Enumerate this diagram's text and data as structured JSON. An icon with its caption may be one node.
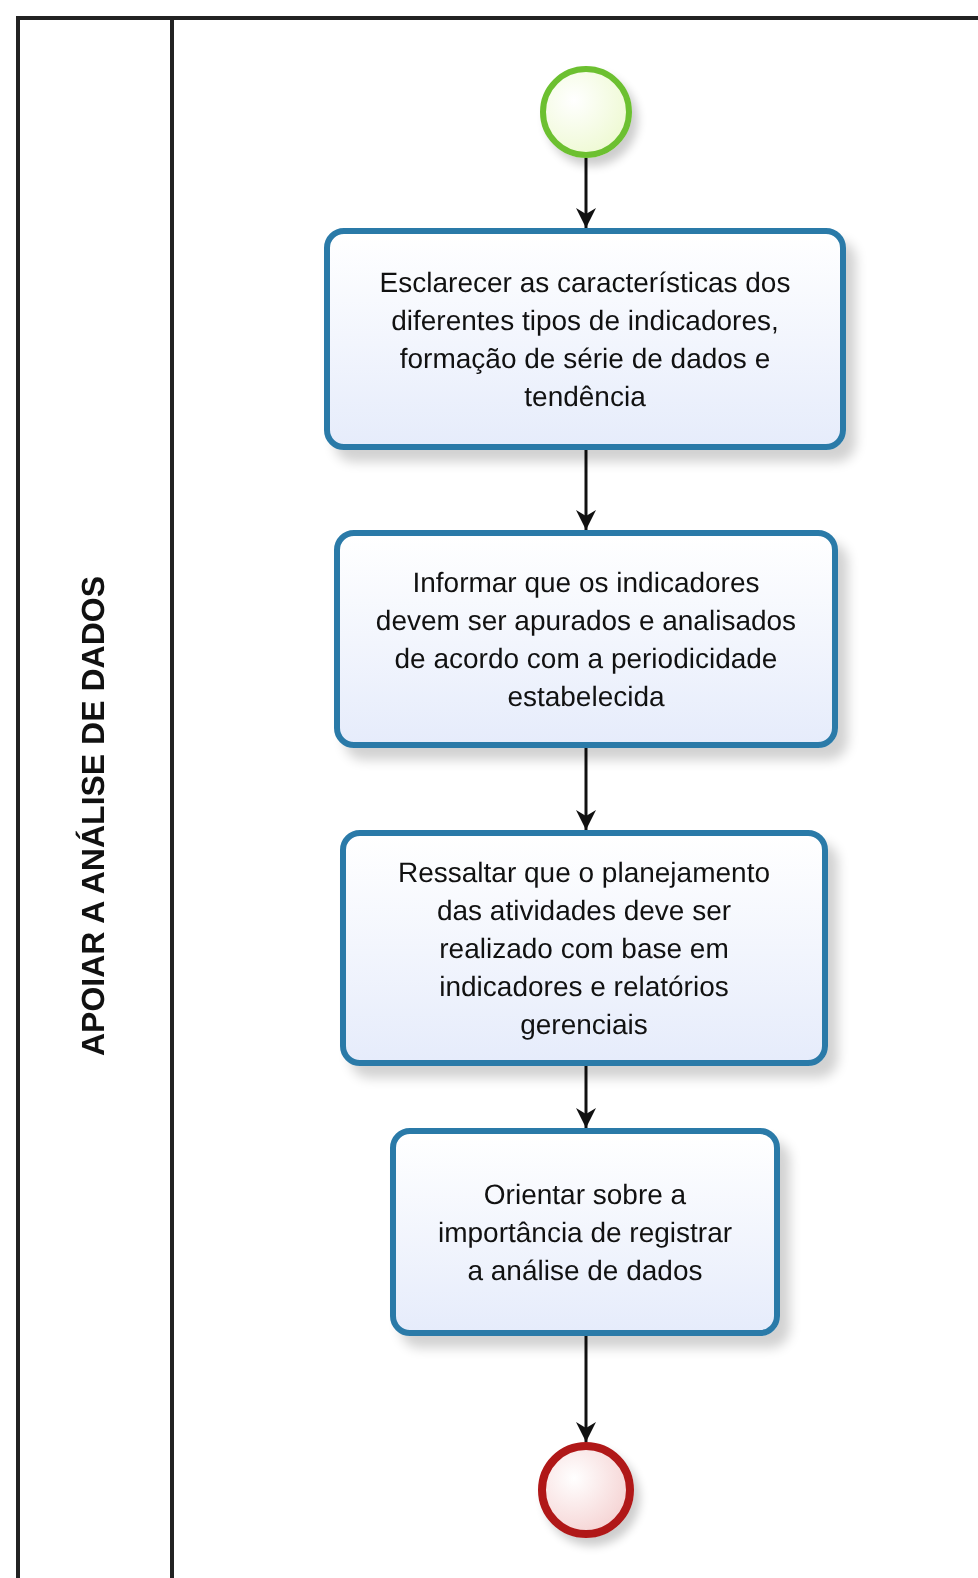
{
  "diagram": {
    "nodes": [
      {
        "text": [
          "APOIAR A ANÁLISE DE DADOS"
        ]
      },
      {
        "text": [],
        "shape": "circle",
        "in": 0
      },
      {
        "text": [
          "Esclarecer as características dos diferentes tipos de indicadores, formação de série de dados e tendência"
        ],
        "in": 0
      },
      {
        "text": [
          "Informar que os indicadores devem ser apurados e analisados de acordo com a periodicidade estabelecida"
        ],
        "in": 0
      },
      {
        "text": [
          "Ressaltar que o planejamento das atividades deve ser realizado com base em indicadores e relatórios gerenciais"
        ],
        "in": 0
      },
      {
        "text": [
          "Orientar sobre a importância de registrar a análise de dados"
        ],
        "in": 0
      },
      {
        "text": [],
        "shape": "circle",
        "in": 0
      }
    ],
    "edges": [
      {
        "from": 1,
        "to": 2,
        "arrow": "to"
      },
      {
        "from": 2,
        "to": 3,
        "arrow": "to"
      },
      {
        "from": 3,
        "to": 4,
        "arrow": "to"
      },
      {
        "from": 4,
        "to": 5,
        "arrow": "to"
      },
      {
        "from": 5,
        "to": 6,
        "arrow": "to"
      }
    ]
  }
}
